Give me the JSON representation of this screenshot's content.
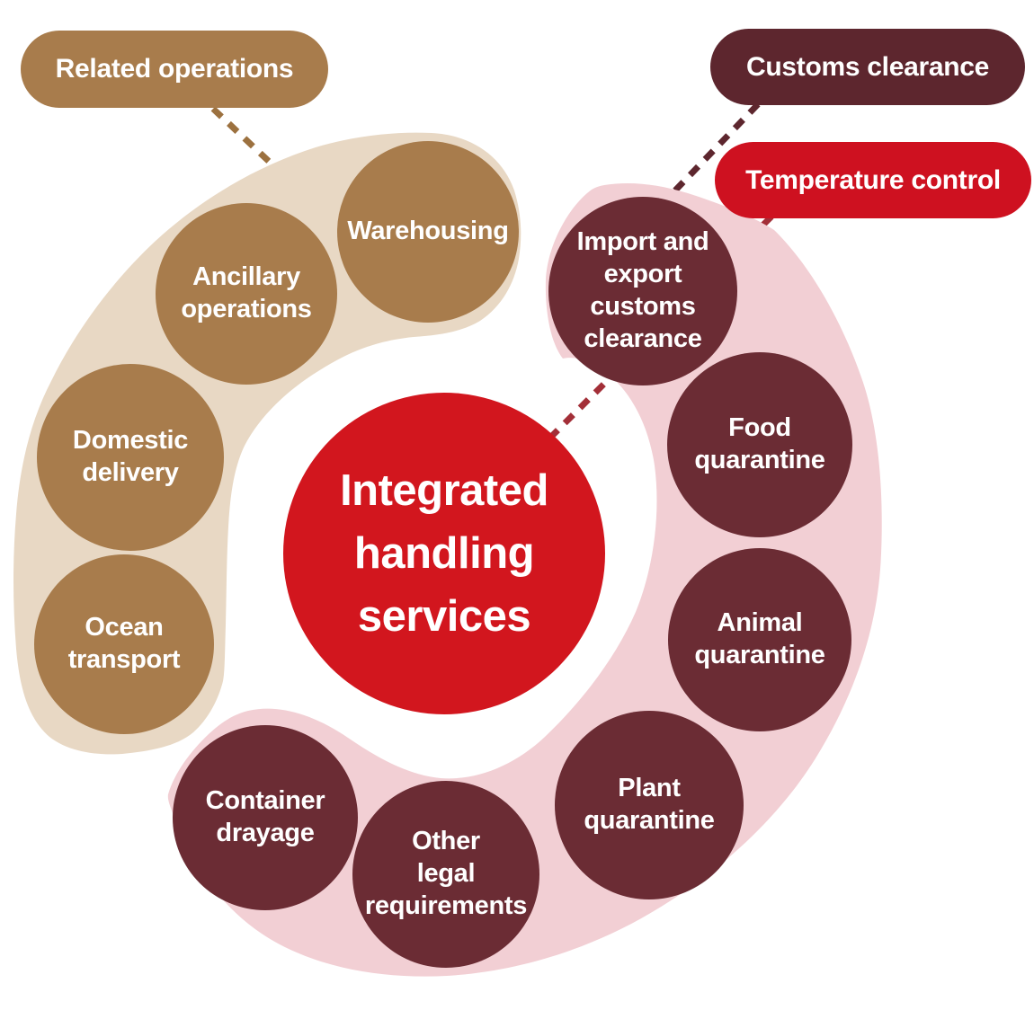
{
  "center": {
    "label": "Integrated\nhandling\nservices"
  },
  "legend_pills": {
    "related_operations": "Related operations",
    "customs_clearance": "Customs clearance",
    "temperature_control": "Temperature control"
  },
  "related_group": {
    "name": "Related operations",
    "items": [
      {
        "label": "Warehousing"
      },
      {
        "label": "Ancillary\noperations"
      },
      {
        "label": "Domestic\ndelivery"
      },
      {
        "label": "Ocean\ntransport"
      }
    ]
  },
  "customs_group": {
    "name": "Customs clearance",
    "items": [
      {
        "label": "Import and\nexport\ncustoms\nclearance"
      },
      {
        "label": "Food\nquarantine"
      },
      {
        "label": "Animal\nquarantine"
      },
      {
        "label": "Plant\nquarantine"
      },
      {
        "label": "Other\nlegal\nrequirements"
      },
      {
        "label": "Container\ndrayage"
      }
    ]
  },
  "colors": {
    "brown_circle": "#a87c4c",
    "tan_blob": "#e8d8c4",
    "maroon_circle": "#6b2c34",
    "dark_maroon_pill": "#5d262e",
    "pink_blob": "#f2cfd4",
    "center_red": "#d2161e",
    "red_pill": "#ce1120",
    "dash_brown": "#9c713f",
    "dash_maroon": "#5d262e",
    "dash_red": "#a32f38"
  }
}
